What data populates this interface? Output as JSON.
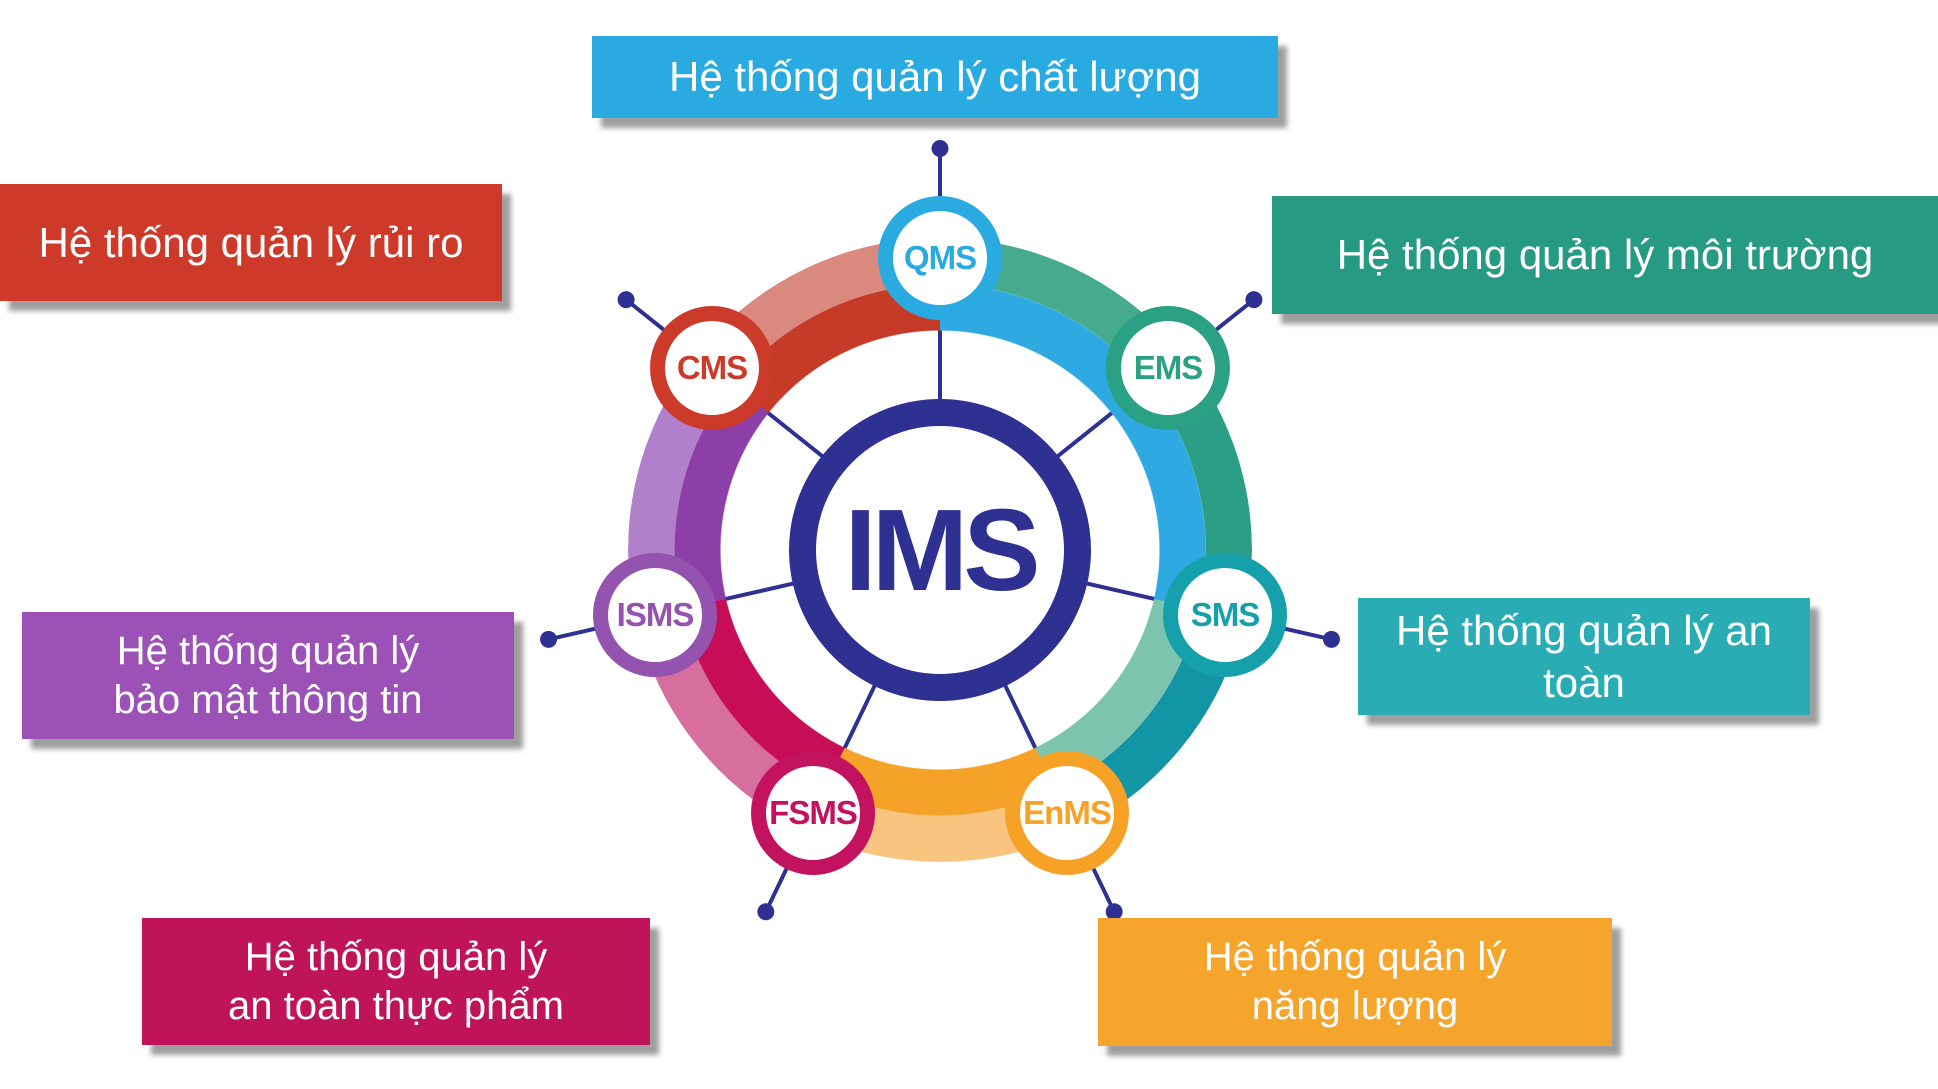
{
  "diagram": {
    "center": {
      "label": "IMS",
      "color": "#2e3192"
    },
    "connector_color": "#2e3192",
    "nodes": [
      {
        "label": "QMS",
        "color": "#29abe2"
      },
      {
        "label": "EMS",
        "color": "#2aa084"
      },
      {
        "label": "SMS",
        "color": "#16a0ac"
      },
      {
        "label": "EnMS",
        "color": "#f5a227"
      },
      {
        "label": "FSMS",
        "color": "#c31260"
      },
      {
        "label": "ISMS",
        "color": "#9353ae"
      },
      {
        "label": "CMS",
        "color": "#cc3b2a"
      }
    ],
    "ring": {
      "outer_colors": [
        "#46aa8d",
        "#2b9f86",
        "#1295a4",
        "#f8c480",
        "#d76f9e",
        "#b27fcb",
        "#d9897e"
      ],
      "inner_colors": [
        "#2fa9e1",
        "#2fa9e1",
        "#7cc4ad",
        "#f5a228",
        "#c60d56",
        "#8d3fa8",
        "#c53b28"
      ]
    },
    "boxes": [
      {
        "id": "quality",
        "color": "#29abe2",
        "lines": [
          "Hệ thống quản lý chất lượng"
        ]
      },
      {
        "id": "risk",
        "color": "#cd3a2a",
        "lines": [
          "Hệ thống quản lý rủi ro"
        ]
      },
      {
        "id": "environment",
        "color": "#269a82",
        "lines": [
          "Hệ thống quản lý môi trường"
        ]
      },
      {
        "id": "safety",
        "color": "#2aacb4",
        "lines": [
          "Hệ thống quản lý an toàn"
        ]
      },
      {
        "id": "information-security",
        "color": "#9b51b5",
        "lines": [
          "Hệ thống quản lý",
          "bảo mật thông tin"
        ]
      },
      {
        "id": "food-safety",
        "color": "#c01459",
        "lines": [
          "Hệ thống quản lý",
          "an toàn thực phẩm"
        ]
      },
      {
        "id": "energy",
        "color": "#f5a42c",
        "lines": [
          "Hệ thống quản lý",
          "năng lượng"
        ]
      }
    ]
  }
}
